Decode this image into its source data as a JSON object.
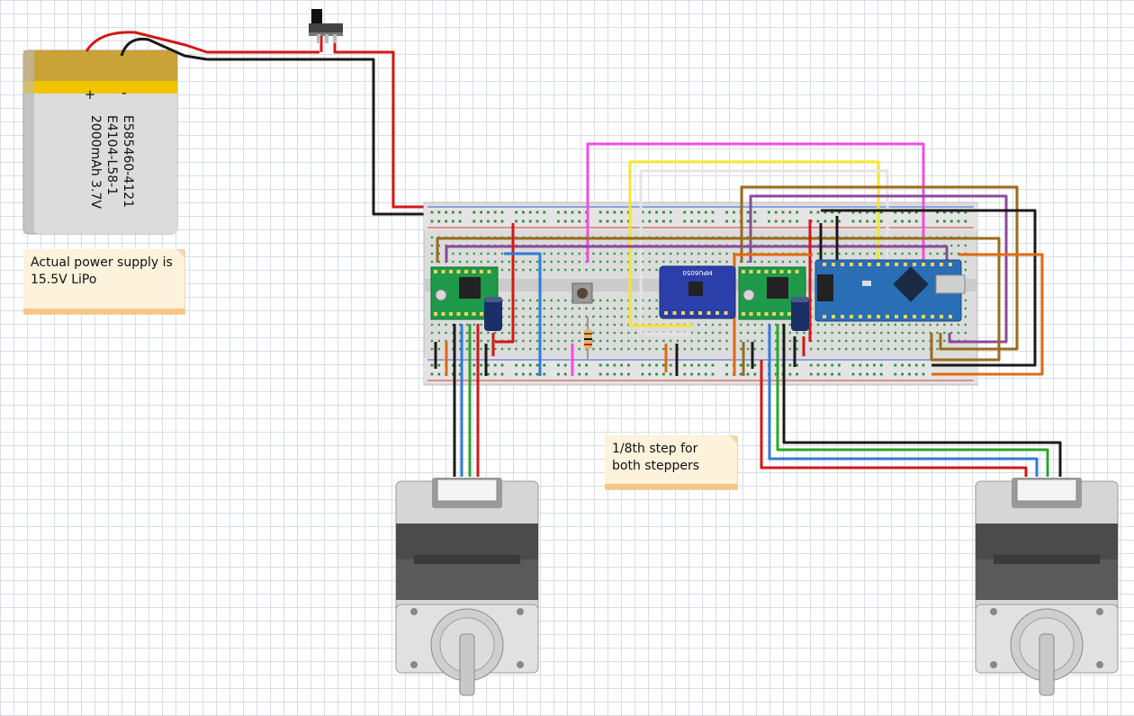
{
  "battery": {
    "label_line1": "E585460-4121",
    "label_line2": "E4104-L58-1",
    "label_line3": "2000mAh 3.7V",
    "plus": "+",
    "minus": "-"
  },
  "notes": {
    "power": {
      "line1": "Actual power supply is",
      "line2": "15.5V LiPo"
    },
    "step": {
      "line1": "1/8th step for",
      "line2": "both steppers"
    }
  },
  "modules": {
    "imu_label": "MPU6050"
  },
  "colors": {
    "red": "#d01818",
    "black": "#1a1a1a",
    "pink": "#f24ce0",
    "yellow": "#f4e62c",
    "white": "#e4e4e4",
    "brown": "#9a6b1c",
    "purple": "#8a4a9a",
    "orange": "#e06a10",
    "blue": "#2f7bd6",
    "green": "#2aa52a",
    "board_green": "#1e9a4a",
    "nano_blue": "#2a6fb5",
    "imu_blue": "#2a3faa"
  }
}
